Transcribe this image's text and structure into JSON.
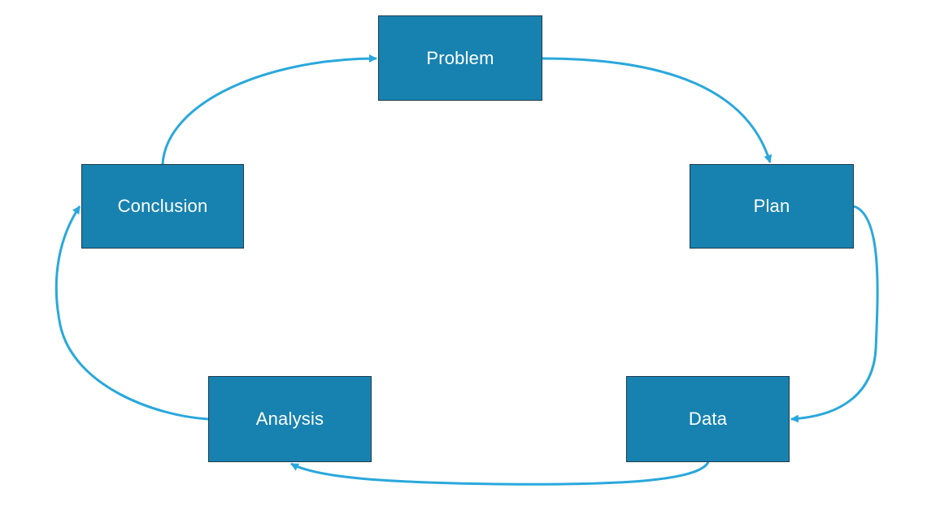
{
  "diagram": {
    "type": "cycle",
    "colors": {
      "box_fill": "#1782b0",
      "box_border": "#1f3a4d",
      "box_text": "#ffffff",
      "arrow": "#29a8dc"
    },
    "nodes": [
      {
        "id": "problem",
        "label": "Problem"
      },
      {
        "id": "plan",
        "label": "Plan"
      },
      {
        "id": "data",
        "label": "Data"
      },
      {
        "id": "analysis",
        "label": "Analysis"
      },
      {
        "id": "conclusion",
        "label": "Conclusion"
      }
    ],
    "edges": [
      {
        "from": "problem",
        "to": "plan"
      },
      {
        "from": "plan",
        "to": "data"
      },
      {
        "from": "data",
        "to": "analysis"
      },
      {
        "from": "analysis",
        "to": "conclusion"
      },
      {
        "from": "conclusion",
        "to": "problem"
      }
    ]
  }
}
